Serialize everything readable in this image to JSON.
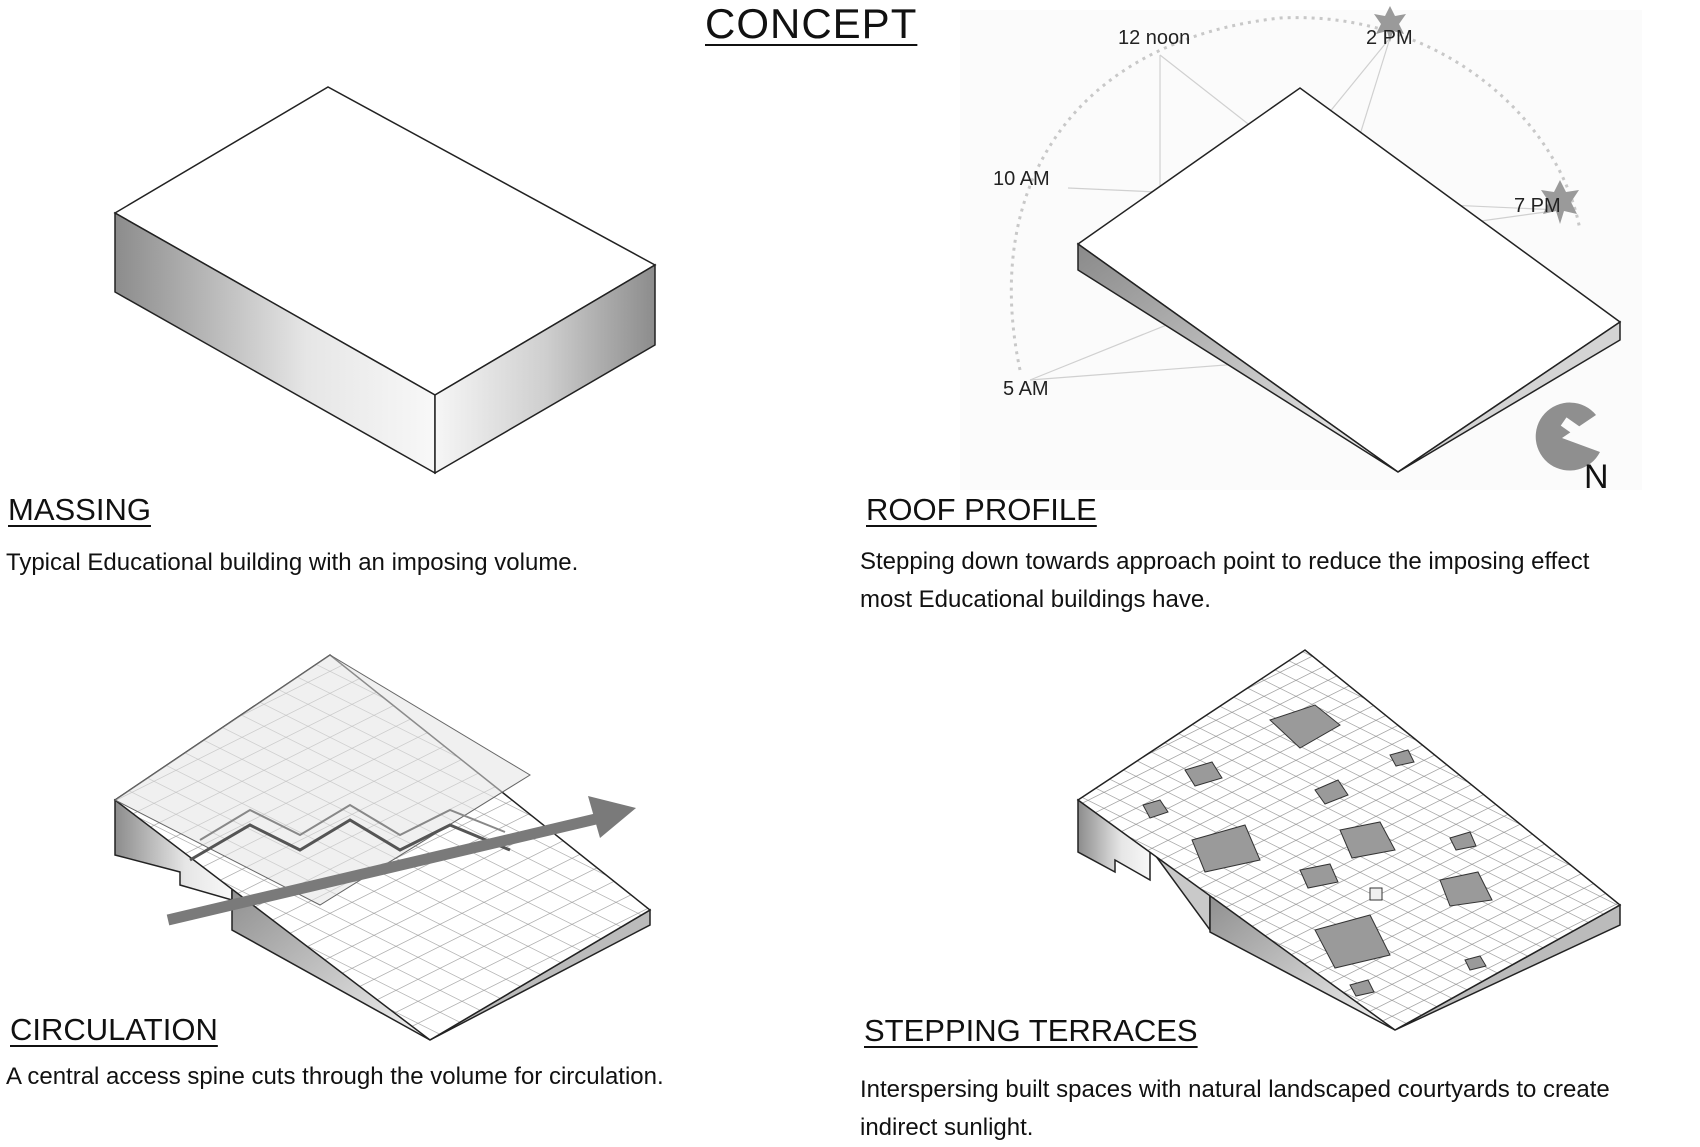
{
  "page": {
    "title": "CONCEPT"
  },
  "panels": {
    "massing": {
      "heading": "MASSING",
      "caption": "Typical Educational building with an imposing volume."
    },
    "roof_profile": {
      "heading": "ROOF PROFILE",
      "caption_line1": "Stepping down towards approach point to reduce the imposing effect",
      "caption_line2": "most Educational buildings have.",
      "sun_times": {
        "five_am": "5 AM",
        "ten_am": "10 AM",
        "noon": "12 noon",
        "two_pm": "2 PM",
        "seven_pm": "7 PM"
      },
      "north_label": "N"
    },
    "circulation": {
      "heading": "CIRCULATION",
      "caption": "A central access spine cuts through the volume for circulation."
    },
    "stepping_terraces": {
      "heading": "STEPPING TERRACES",
      "caption_line1": "Interspersing built spaces with natural landscaped courtyards to create",
      "caption_line2": "indirect sunlight."
    }
  },
  "colors": {
    "line": "#222222",
    "grid": "#8a8a8a",
    "shade_dark": "#8c8c8c",
    "shade_light": "#f2f2f2",
    "sun": "#9a9a9a",
    "north_symbol": "#8f8f8f"
  }
}
